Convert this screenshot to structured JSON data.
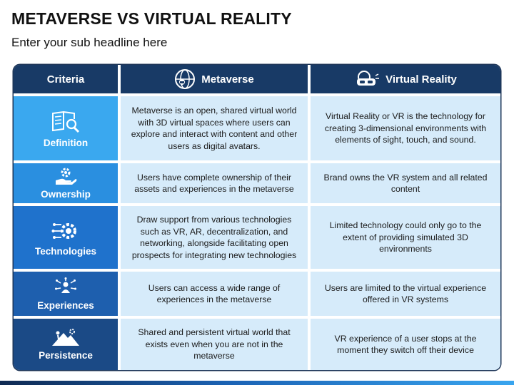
{
  "title": "METAVERSE VS VIRTUAL REALITY",
  "subtitle": "Enter your sub headline here",
  "table": {
    "headers": {
      "criteria": "Criteria",
      "metaverse": "Metaverse",
      "vr": "Virtual Reality"
    },
    "rows": [
      {
        "criteria": "Definition",
        "icon": "book-magnifier-icon",
        "metaverse": "Metaverse is an open, shared virtual world with 3D virtual spaces where users can explore and interact with content and other users as digital avatars.",
        "vr": "Virtual Reality or VR is the technology for creating 3-dimensional environments with elements of sight, touch, and sound."
      },
      {
        "criteria": "Ownership",
        "icon": "hand-gear-icon",
        "metaverse": "Users have complete ownership of their assets and experiences in the metaverse",
        "vr": "Brand owns the VR system and all related content"
      },
      {
        "criteria": "Technologies",
        "icon": "circuit-gear-icon",
        "metaverse": "Draw support from various technologies such as VR, AR, decentralization, and networking, alongside facilitating open prospects for integrating new technologies",
        "vr": "Limited technology could only go to the extent of providing simulated 3D environments"
      },
      {
        "criteria": "Experiences",
        "icon": "person-network-icon",
        "metaverse": "Users can access a wide range of experiences in the metaverse",
        "vr": "Users are limited to the virtual experience offered in VR systems"
      },
      {
        "criteria": "Persistence",
        "icon": "mountain-climber-icon",
        "metaverse": "Shared and persistent virtual world that exists even when you are not in the metaverse",
        "vr": "VR experience of a user stops at the moment they switch off their device"
      }
    ]
  },
  "colors": {
    "header_bg": "#183a66",
    "criteria_bg": [
      "#3aa8ef",
      "#2a8fe0",
      "#1f72cc",
      "#1e5fae",
      "#1b4a86"
    ],
    "cell_bg": "#d6ebfa"
  }
}
